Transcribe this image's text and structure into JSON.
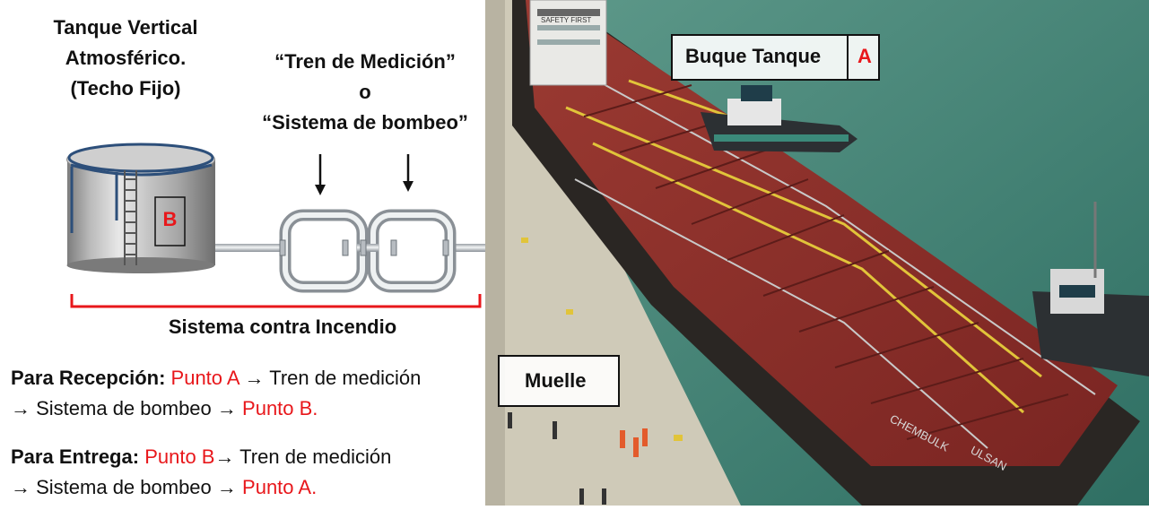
{
  "tank": {
    "title_lines": [
      "Tanque Vertical",
      "Atmosférico.",
      "(Techo Fijo)"
    ],
    "marker": "B"
  },
  "train": {
    "title_lines": [
      "“Tren de Medición”",
      "o",
      "“Sistema de bombeo”"
    ]
  },
  "fire_system": "Sistema contra Incendio",
  "reception": {
    "label": "Para Recepción:",
    "point_start": "Punto A",
    "middle": "→ Tren de medición",
    "line2": "→ Sistema de bombeo →",
    "point_end": "Punto B."
  },
  "delivery": {
    "label": "Para Entrega:",
    "point_start": "Punto B",
    "middle": "→ Tren de medición",
    "line2": "→ Sistema de bombeo →",
    "point_end": "Punto A."
  },
  "photo": {
    "ship_label": "Buque Tanque",
    "ship_marker": "A",
    "dock_label": "Muelle",
    "hull_text_left": "CHEMBULK",
    "hull_text_right": "ULSAN",
    "bow_text_lines": [
      "SAFETY FIRST"
    ]
  },
  "colors": {
    "accent_red": "#e8171b",
    "water": "#4b8f80",
    "hull": "#8b2a2a",
    "dock": "#cfcab8"
  }
}
